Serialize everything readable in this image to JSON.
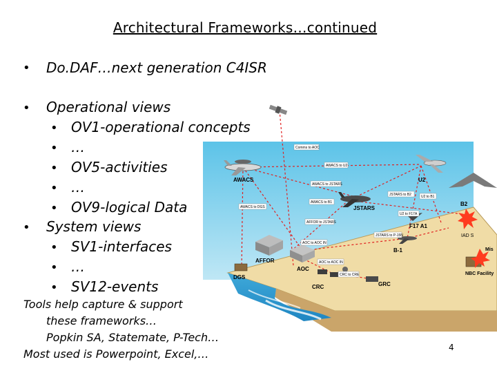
{
  "slide": {
    "title": "Architectural Frameworks…continued",
    "page_number": "4",
    "bullet_char": "•",
    "items": [
      {
        "level": 1,
        "text": "Do.DAF…next generation C4ISR"
      },
      {
        "level": 1,
        "text": "Operational views"
      },
      {
        "level": 2,
        "text": "OV1-operational concepts"
      },
      {
        "level": 2,
        "text": "…"
      },
      {
        "level": 2,
        "text": "OV5-activities"
      },
      {
        "level": 2,
        "text": "…"
      },
      {
        "level": 2,
        "text": "OV9-logical Data"
      },
      {
        "level": 1,
        "text": "System views"
      },
      {
        "level": 2,
        "text": "SV1-interfaces"
      },
      {
        "level": 2,
        "text": "…"
      },
      {
        "level": 2,
        "text": "SV12-events"
      }
    ],
    "footer_lines": [
      "Tools help capture & support",
      "these frameworks…",
      "Popkin SA, Statemate, P-Tech…",
      "Most used is Powerpoint, Excel,…"
    ]
  },
  "diagram": {
    "node_labels": {
      "awacs": "AWACS",
      "jstars": "JSTARS",
      "u2": "U2",
      "b2": "B2",
      "f17": "F17 A1",
      "iad": "IAD S",
      "b1": "B-1",
      "affor": "AFFOR",
      "aoc": "AOC",
      "dgs": "DGS",
      "crc": "CRC",
      "grc": "GRC",
      "nbc": "NBC Facility",
      "mis": "Mis"
    },
    "link_labels": [
      "Comms to AOC",
      "AWACS to U2",
      "AWACS to JSTARS",
      "AWACS to B1",
      "AWACS to DGS",
      "AFFOR to JSTARS",
      "JSTARS to B2",
      "U2 to F17A",
      "U2 to B1",
      "JSTARS to P-15N",
      "AOC to AOC IN",
      "AOC to AOC IN",
      "CRC to CRE"
    ]
  }
}
